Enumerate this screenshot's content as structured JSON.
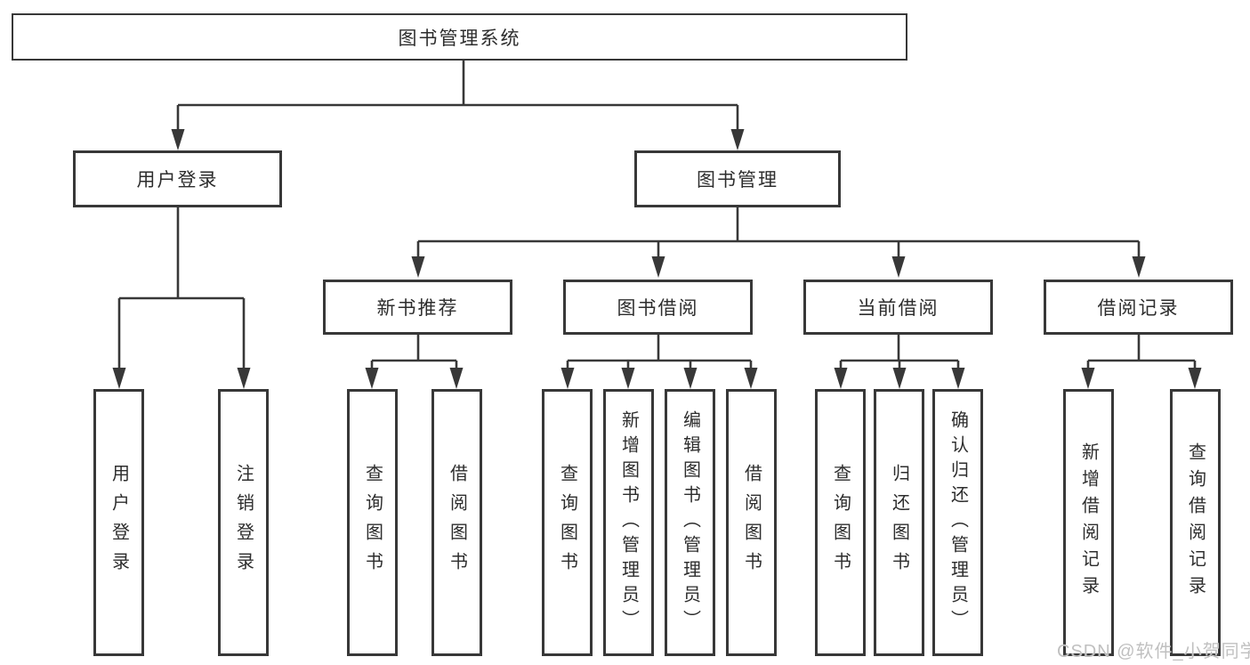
{
  "tree": {
    "root": {
      "label": "图书管理系统",
      "children": [
        {
          "label": "用户登录",
          "children": [
            {
              "label": "用户登录"
            },
            {
              "label": "注销登录"
            }
          ]
        },
        {
          "label": "图书管理",
          "children": [
            {
              "label": "新书推荐",
              "children": [
                {
                  "label": "查询图书"
                },
                {
                  "label": "借阅图书"
                }
              ]
            },
            {
              "label": "图书借阅",
              "children": [
                {
                  "label": "查询图书"
                },
                {
                  "label": "新增图书（管理员）"
                },
                {
                  "label": "编辑图书（管理员）"
                },
                {
                  "label": "借阅图书"
                }
              ]
            },
            {
              "label": "当前借阅",
              "children": [
                {
                  "label": "查询图书"
                },
                {
                  "label": "归还图书"
                },
                {
                  "label": "确认归还（管理员）"
                }
              ]
            },
            {
              "label": "借阅记录",
              "children": [
                {
                  "label": "新增借阅记录"
                },
                {
                  "label": "查询借阅记录"
                }
              ]
            }
          ]
        }
      ]
    }
  },
  "watermark": {
    "text": "CSDN @软件_小贺同学"
  },
  "colors": {
    "line": "#383838",
    "text": "#2d2d2d",
    "watermark": "#c0c0c0",
    "background": "#ffffff"
  }
}
